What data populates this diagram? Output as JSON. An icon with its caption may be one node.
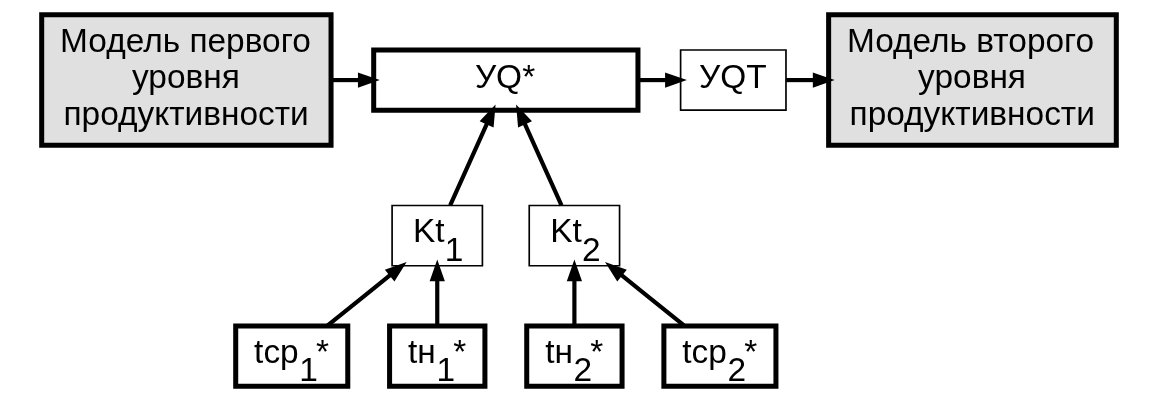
{
  "diagram": {
    "nodes": [
      {
        "text": [
          "Модель первого уровня продуктивности"
        ]
      },
      {
        "text": [
          "УQ*"
        ]
      },
      {
        "text": [
          "УQT"
        ]
      },
      {
        "text": [
          "Модель второго уровня продуктивности"
        ]
      },
      {
        "text": [
          "Kt$_{1}$"
        ]
      },
      {
        "text": [
          "Kt$_{2}$"
        ]
      },
      {
        "text": [
          "tср$_{1}$*"
        ]
      },
      {
        "text": [
          "tн$_{1}$*"
        ]
      },
      {
        "text": [
          "tн$_{2}$*"
        ]
      },
      {
        "text": [
          "tср$_{2}$*"
        ]
      }
    ],
    "edges": [
      {
        "from": 0,
        "to": 1,
        "arrow": "to"
      },
      {
        "from": 1,
        "to": 2,
        "arrow": "to"
      },
      {
        "from": 2,
        "to": 3,
        "arrow": "to"
      },
      {
        "from": 4,
        "to": 1,
        "arrow": "to"
      },
      {
        "from": 5,
        "to": 1,
        "arrow": "to"
      },
      {
        "from": 6,
        "to": 4,
        "arrow": "to"
      },
      {
        "from": 7,
        "to": 4,
        "arrow": "to"
      },
      {
        "from": 8,
        "to": 5,
        "arrow": "to"
      },
      {
        "from": 9,
        "to": 5,
        "arrow": "to"
      }
    ]
  }
}
